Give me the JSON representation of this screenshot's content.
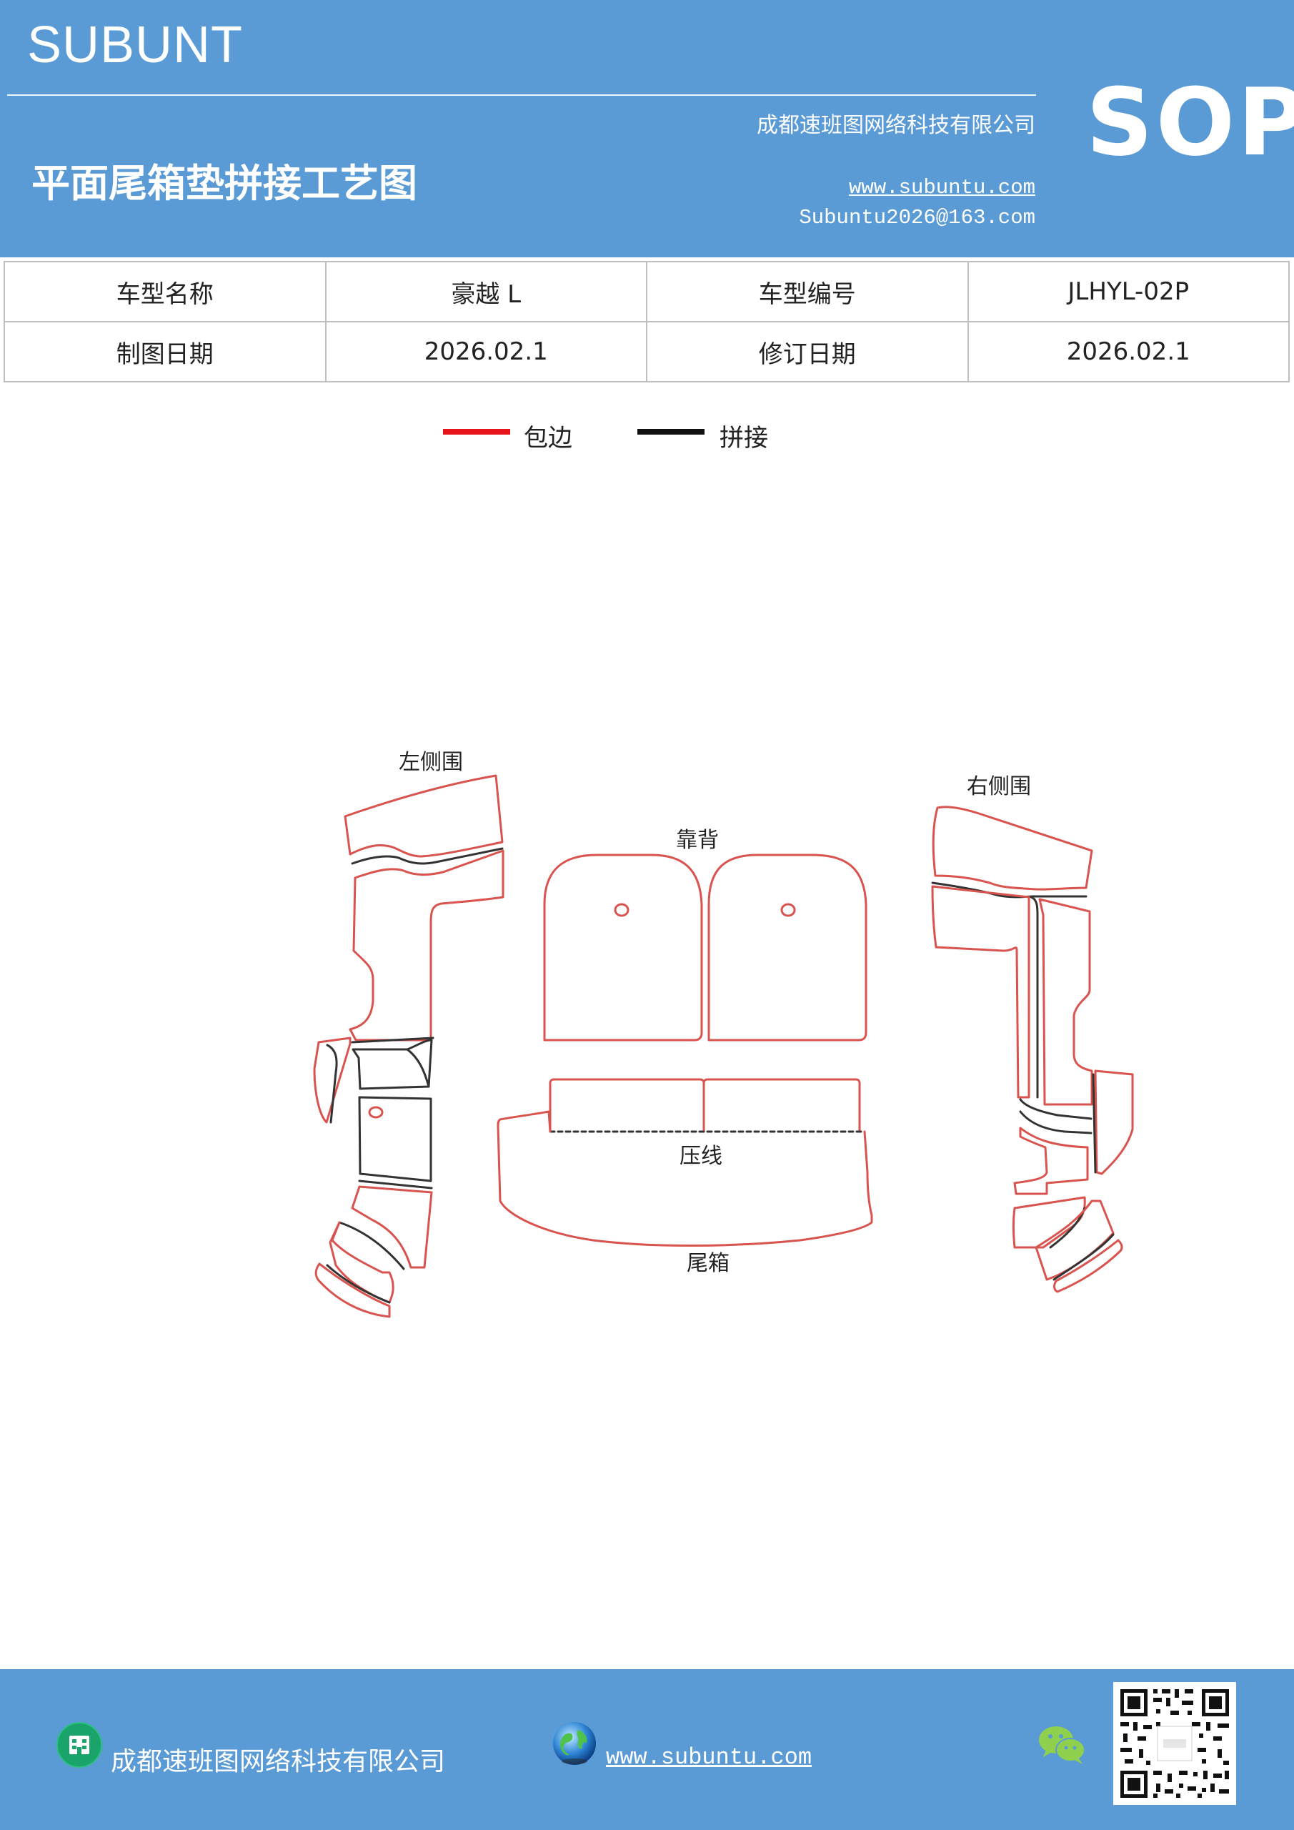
{
  "header": {
    "brand": "SUBUNT",
    "title": "平面尾箱垫拼接工艺图",
    "company": "成都速班图网络科技有限公司",
    "url": "www.subuntu.com",
    "email": "Subuntu2026@163.com",
    "badge": "SOP",
    "bg_color": "#5b9bd5"
  },
  "info_table": {
    "rows": [
      [
        "车型名称",
        "豪越 L",
        "车型编号",
        "JLHYL-02P"
      ],
      [
        "制图日期",
        "2026.02.1",
        "修订日期",
        "2026.02.1"
      ]
    ]
  },
  "legend": [
    {
      "label": "包边",
      "color": "#e8141c"
    },
    {
      "label": "拼接",
      "color": "#111111"
    }
  ],
  "diagram": {
    "labels": {
      "left_side": "左侧围",
      "right_side": "右侧围",
      "backrest": "靠背",
      "crease": "压线",
      "trunk": "尾箱"
    },
    "edge_color": "#d9534f",
    "seam_color": "#333333"
  },
  "footer": {
    "company": "成都速班图网络科技有限公司",
    "url": "www.subuntu.com ",
    "icons": [
      "building-icon",
      "globe-icon",
      "wechat-icon",
      "qr-code"
    ]
  }
}
